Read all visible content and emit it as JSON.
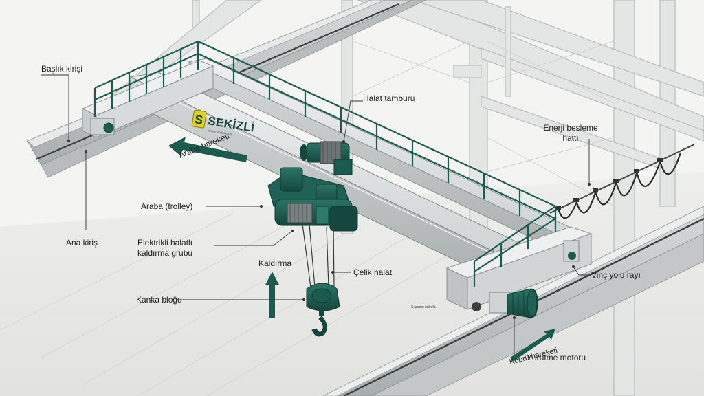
{
  "brand": {
    "logo_letter": "S",
    "name": "SEKİZLİ",
    "tagline": "MÜHENDİSLİK A.Ş."
  },
  "labels": {
    "header_beam": "Başlık kirişi",
    "rope_drum": "Halat tamburu",
    "energy_line_1": "Enerji besleme",
    "energy_line_2": "hattı",
    "trolley_motion": "Araba hareketi",
    "trolley": "Araba (trolley)",
    "main_girder": "Ana kiriş",
    "hoist_1": "Elektrikli halatlı",
    "hoist_2": "kaldırma grubu",
    "lift": "Kaldırma",
    "steel_rope": "Çelik halat",
    "runway_rail": "Vinç yolu rayı",
    "hook_block": "Kanka bloğu",
    "bridge_motion": "Köprü hareketi",
    "travel_motor": "Yürütme motoru",
    "sketch_note": "Sıçranın ürün fa."
  },
  "icons": [
    "sekizli-logo-icon",
    "trolley-motion-arrow-icon",
    "lift-arrow-icon",
    "bridge-motion-arrow-icon"
  ],
  "colors": {
    "accent": "#1c5c50",
    "accent_dark": "#123f37",
    "steel": "#d9dcdc",
    "logo_yellow": "#e3d11f"
  }
}
